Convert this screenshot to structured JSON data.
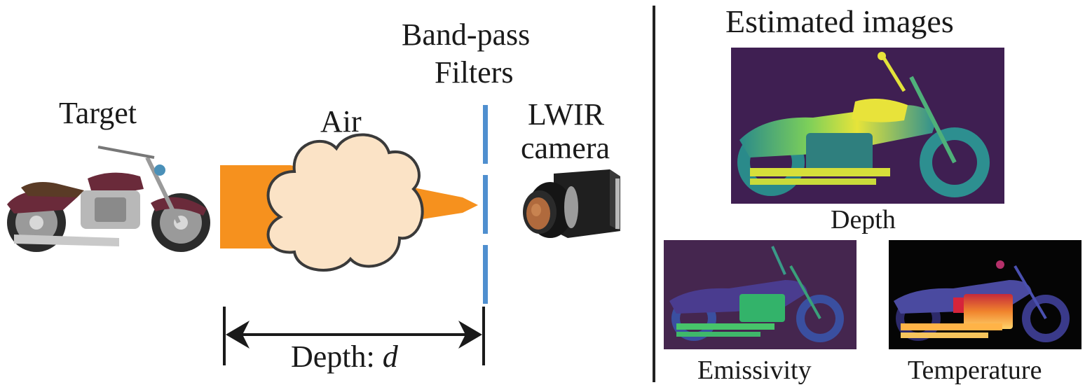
{
  "labels": {
    "target": "Target",
    "air": "Air",
    "bandpass_line1": "Band-pass",
    "bandpass_line2": "Filters",
    "camera_line1": "LWIR",
    "camera_line2": "camera",
    "depth_prefix": "Depth: ",
    "depth_symbol": "d",
    "estimated_title": "Estimated images",
    "depth_caption": "Depth",
    "emissivity_caption": "Emissivity",
    "temperature_caption": "Temperature"
  },
  "colors": {
    "beam_orange": "#f6911e",
    "air_fill": "#fbe3c6",
    "filter_blue": "#4f8fcf",
    "depth_bg": "#3f1f52",
    "emissivity_bg": "#45264f",
    "temperature_bg": "#050505",
    "divider": "#222222"
  },
  "icons": {
    "target": "motorcycle-icon",
    "camera": "lwir-camera-icon"
  }
}
